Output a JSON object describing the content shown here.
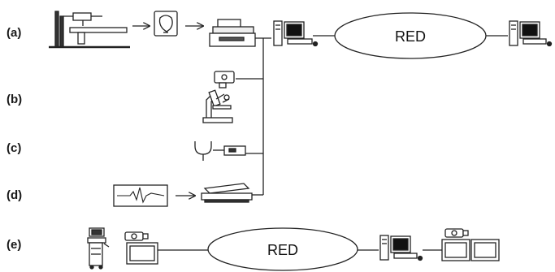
{
  "rows": {
    "a": "(a)",
    "b": "(b)",
    "c": "(c)",
    "d": "(d)",
    "e": "(e)"
  },
  "network_label_top": "RED",
  "network_label_bottom": "RED",
  "icons": [
    "xray-machine-icon",
    "xray-film-icon",
    "film-scanner-icon",
    "workstation-icon",
    "video-camera-icon",
    "microscope-icon",
    "stethoscope-icon",
    "ecg-trace-icon",
    "flatbed-scanner-icon",
    "ultrasound-cart-icon",
    "video-monitor-icon"
  ]
}
